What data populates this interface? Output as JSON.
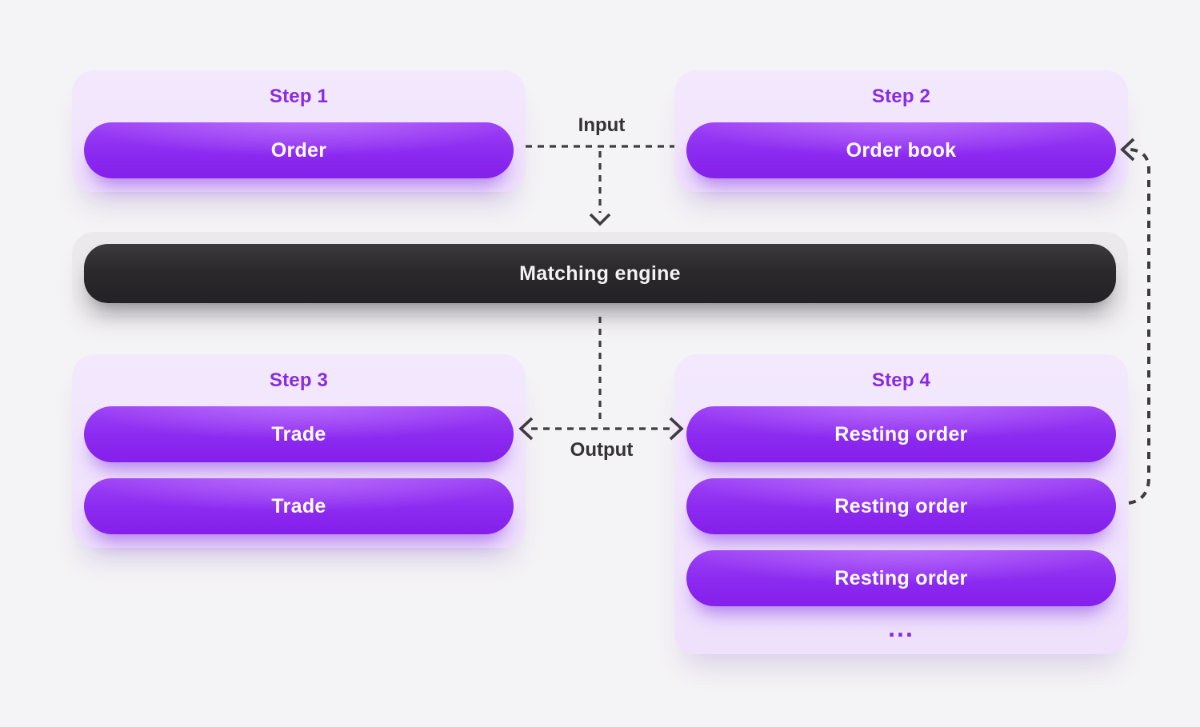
{
  "colors": {
    "background": "#f4f3f5",
    "card_background": "#f0e3fc",
    "pill_gradient_top": "#9c41f5",
    "pill_gradient_bottom": "#851fea",
    "pill_text": "#ffffff",
    "step_title": "#8a2be2",
    "engine_bar": "#2b292c",
    "engine_panel": "#ebe9ec",
    "engine_text": "#f4f2f5",
    "connector": "#3e3c3f",
    "flow_label_text": "#343236"
  },
  "labels": {
    "input": "Input",
    "output": "Output"
  },
  "engine": {
    "label": "Matching engine"
  },
  "steps": [
    {
      "title": "Step 1",
      "items": [
        "Order"
      ]
    },
    {
      "title": "Step 2",
      "items": [
        "Order book"
      ]
    },
    {
      "title": "Step 3",
      "items": [
        "Trade",
        "Trade"
      ]
    },
    {
      "title": "Step 4",
      "items": [
        "Resting order",
        "Resting order",
        "Resting order"
      ],
      "more": "..."
    }
  ]
}
